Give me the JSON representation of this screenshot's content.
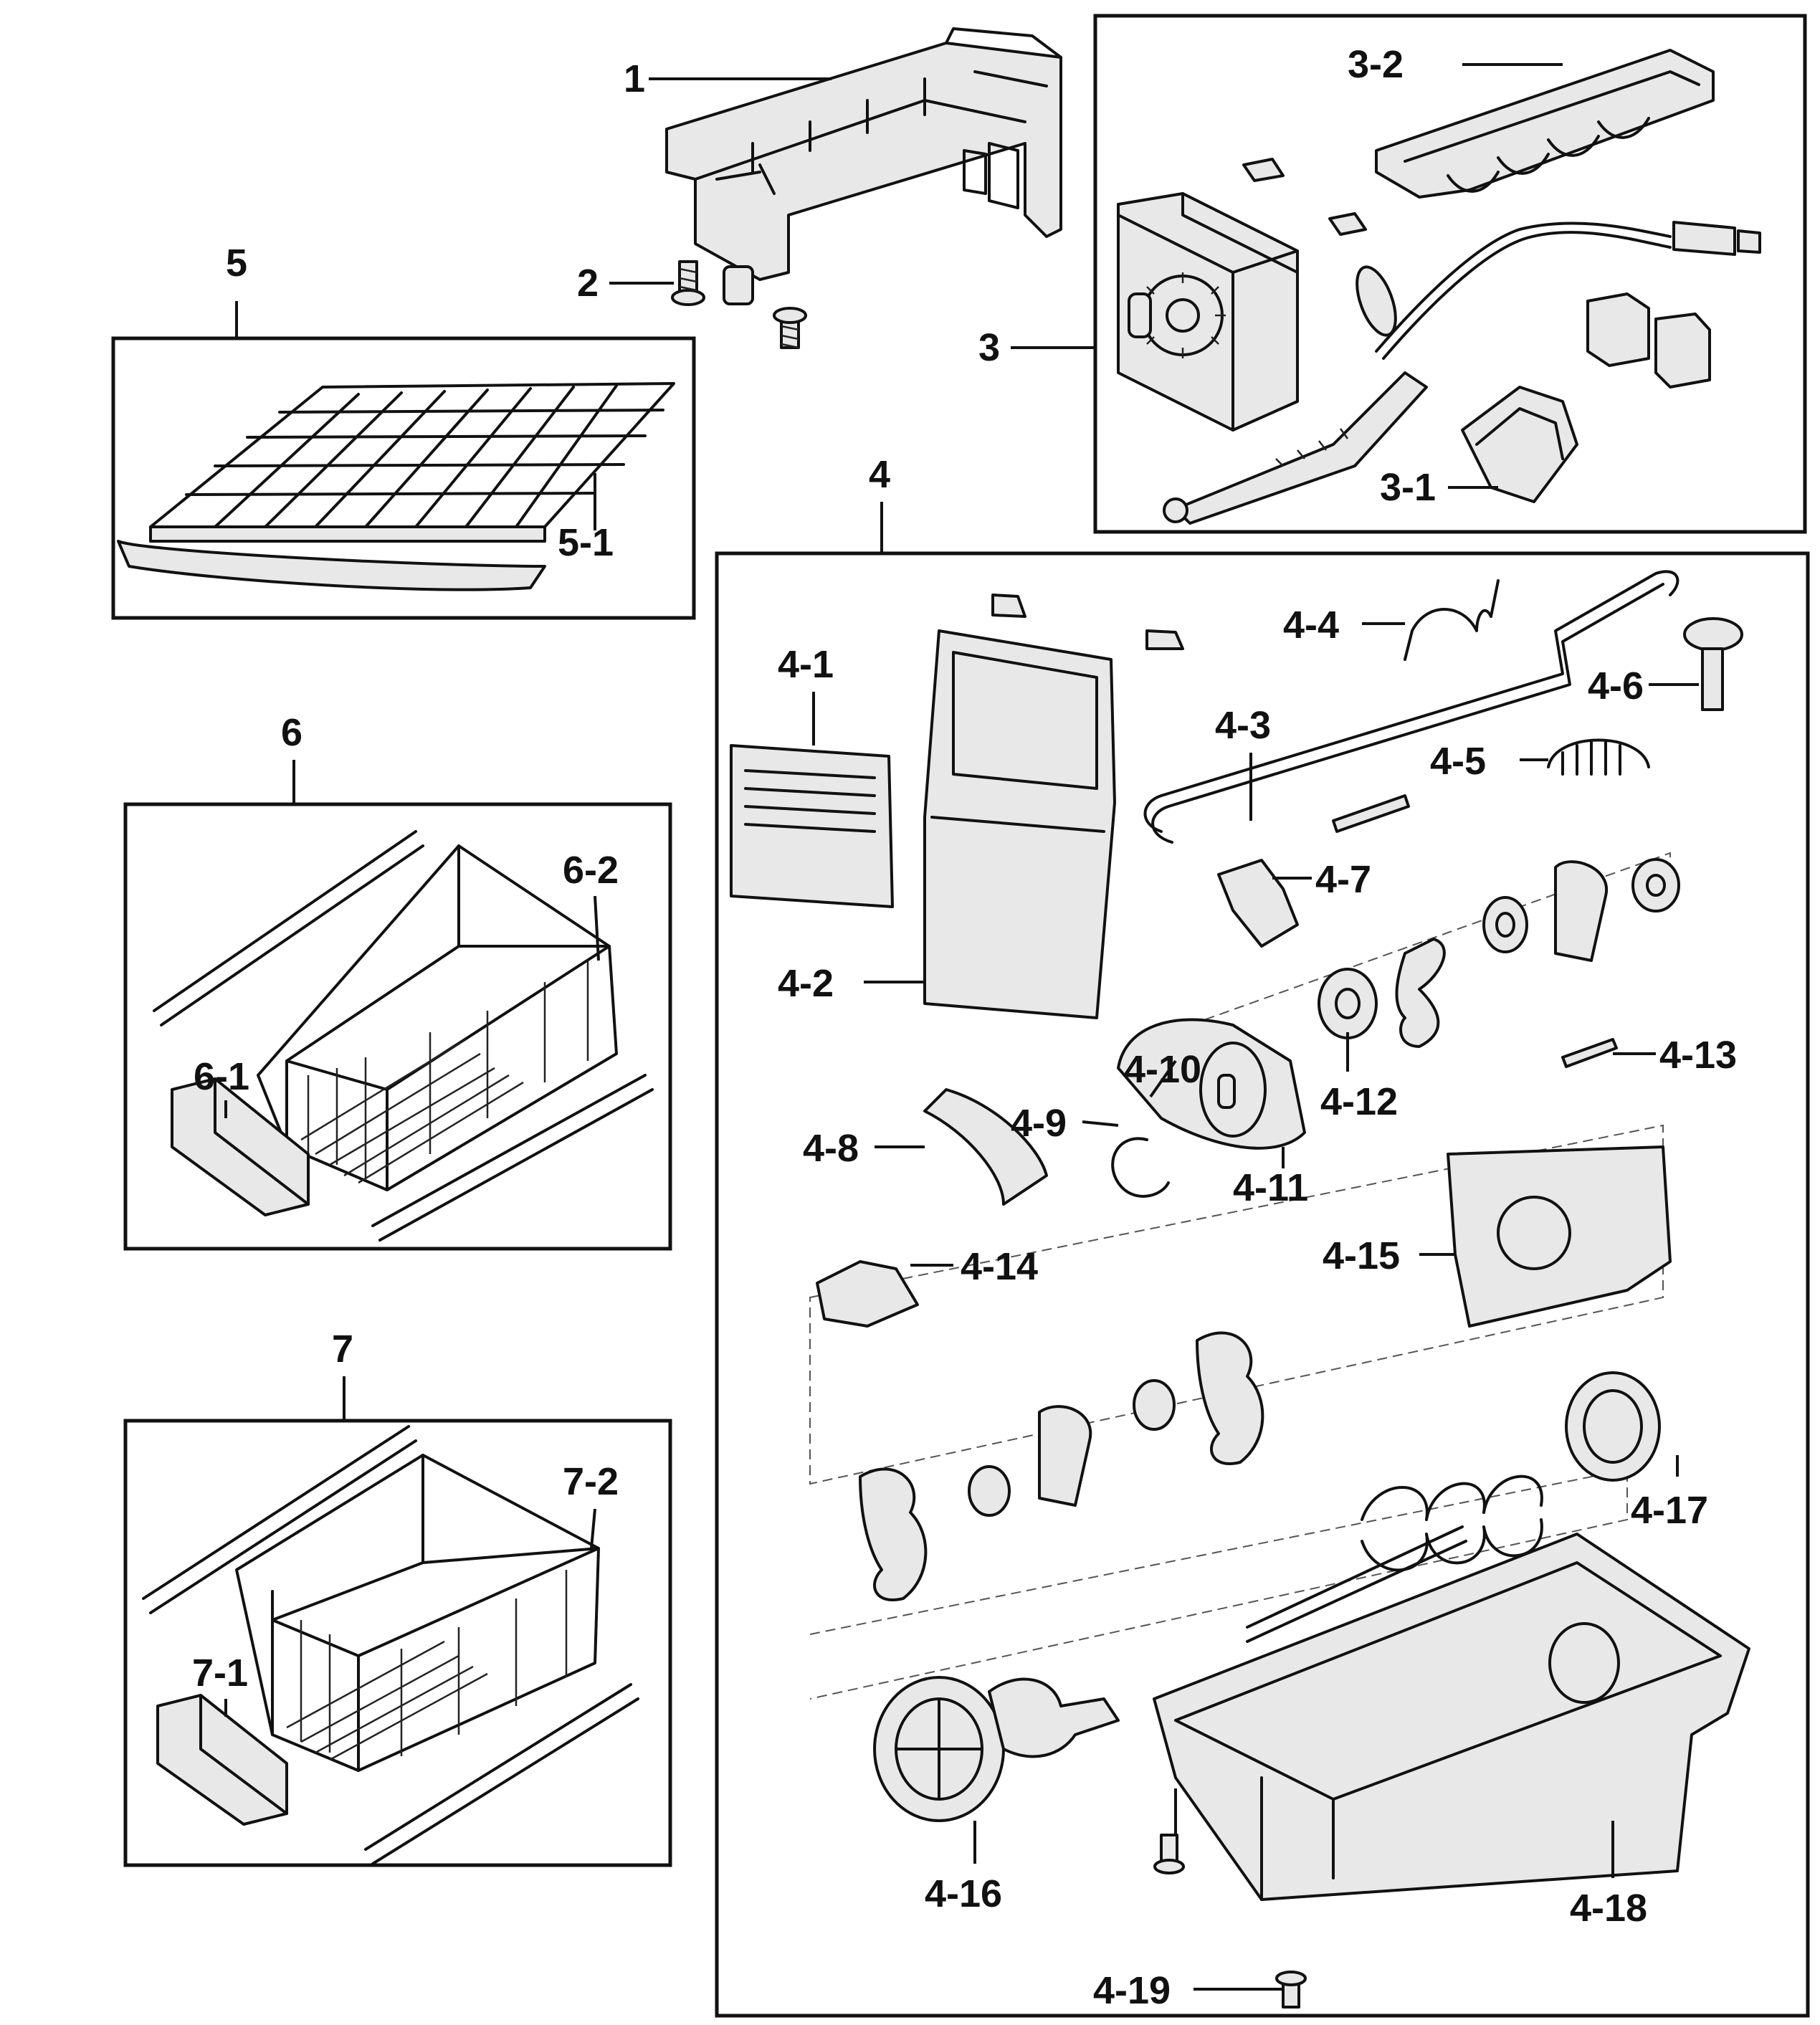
{
  "labels": {
    "l1": "1",
    "l2": "2",
    "l3": "3",
    "l3_1": "3-1",
    "l3_2": "3-2",
    "l4": "4",
    "l4_1": "4-1",
    "l4_2": "4-2",
    "l4_3": "4-3",
    "l4_4": "4-4",
    "l4_5": "4-5",
    "l4_6": "4-6",
    "l4_7": "4-7",
    "l4_8": "4-8",
    "l4_9": "4-9",
    "l4_10": "4-10",
    "l4_11": "4-11",
    "l4_12": "4-12",
    "l4_13": "4-13",
    "l4_14": "4-14",
    "l4_15": "4-15",
    "l4_16": "4-16",
    "l4_17": "4-17",
    "l4_18": "4-18",
    "l4_19": "4-19",
    "l5": "5",
    "l5_1": "5-1",
    "l6": "6",
    "l6_1": "6-1",
    "l6_2": "6-2",
    "l7": "7",
    "l7_1": "7-1",
    "l7_2": "7-2"
  }
}
